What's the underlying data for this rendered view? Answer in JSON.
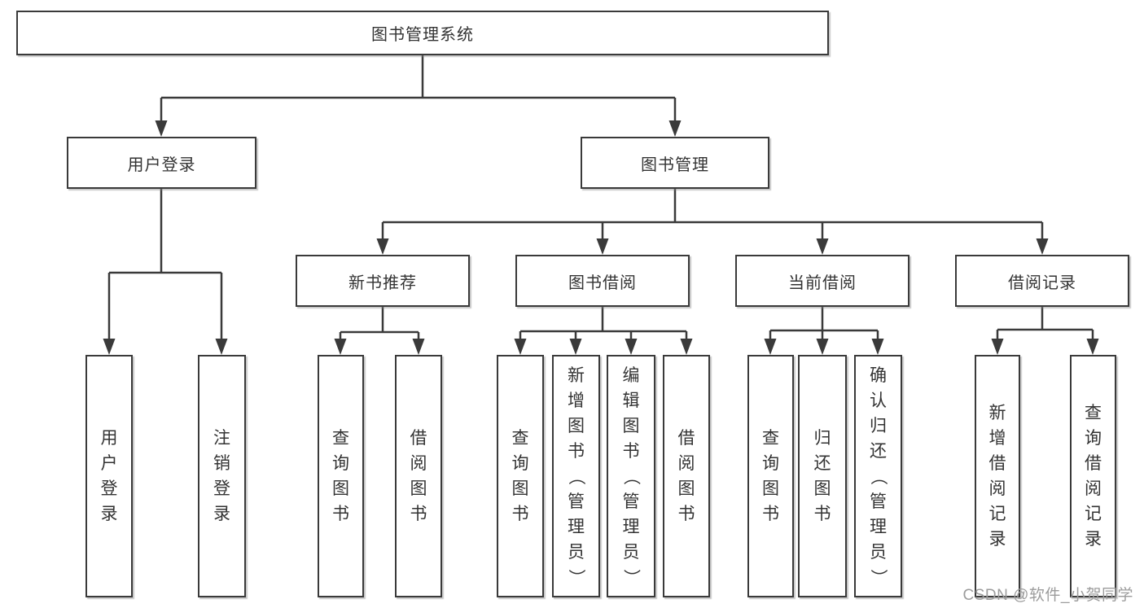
{
  "diagram": {
    "root": {
      "label": "图书管理系统"
    },
    "level2": {
      "user_login": {
        "label": "用户登录"
      },
      "book_mgmt": {
        "label": "图书管理"
      }
    },
    "level3": {
      "new_book_rec": {
        "label": "新书推荐"
      },
      "book_borrow": {
        "label": "图书借阅"
      },
      "current_borrow": {
        "label": "当前借阅"
      },
      "borrow_records": {
        "label": "借阅记录"
      }
    },
    "leaves": {
      "user_login": "用户登录",
      "logout": "注销登录",
      "rec_query_book": "查询图书",
      "rec_borrow_book": "借阅图书",
      "borrow_query_book": "查询图书",
      "borrow_add_book": "新增图书（管理员）",
      "borrow_edit_book": "编辑图书（管理员）",
      "borrow_borrow_book": "借阅图书",
      "current_query_book": "查询图书",
      "current_return_book": "归还图书",
      "current_confirm_return": "确认归还（管理员）",
      "records_add_record": "新增借阅记录",
      "records_query_record": "查询借阅记录"
    }
  },
  "watermark": {
    "text": "CSDN @软件_小贺同学"
  },
  "colors": {
    "line": "#3a3a3a",
    "box_border": "#3a3a3a",
    "text": "#333333",
    "watermark": "#9c9c9c",
    "background": "#ffffff"
  }
}
